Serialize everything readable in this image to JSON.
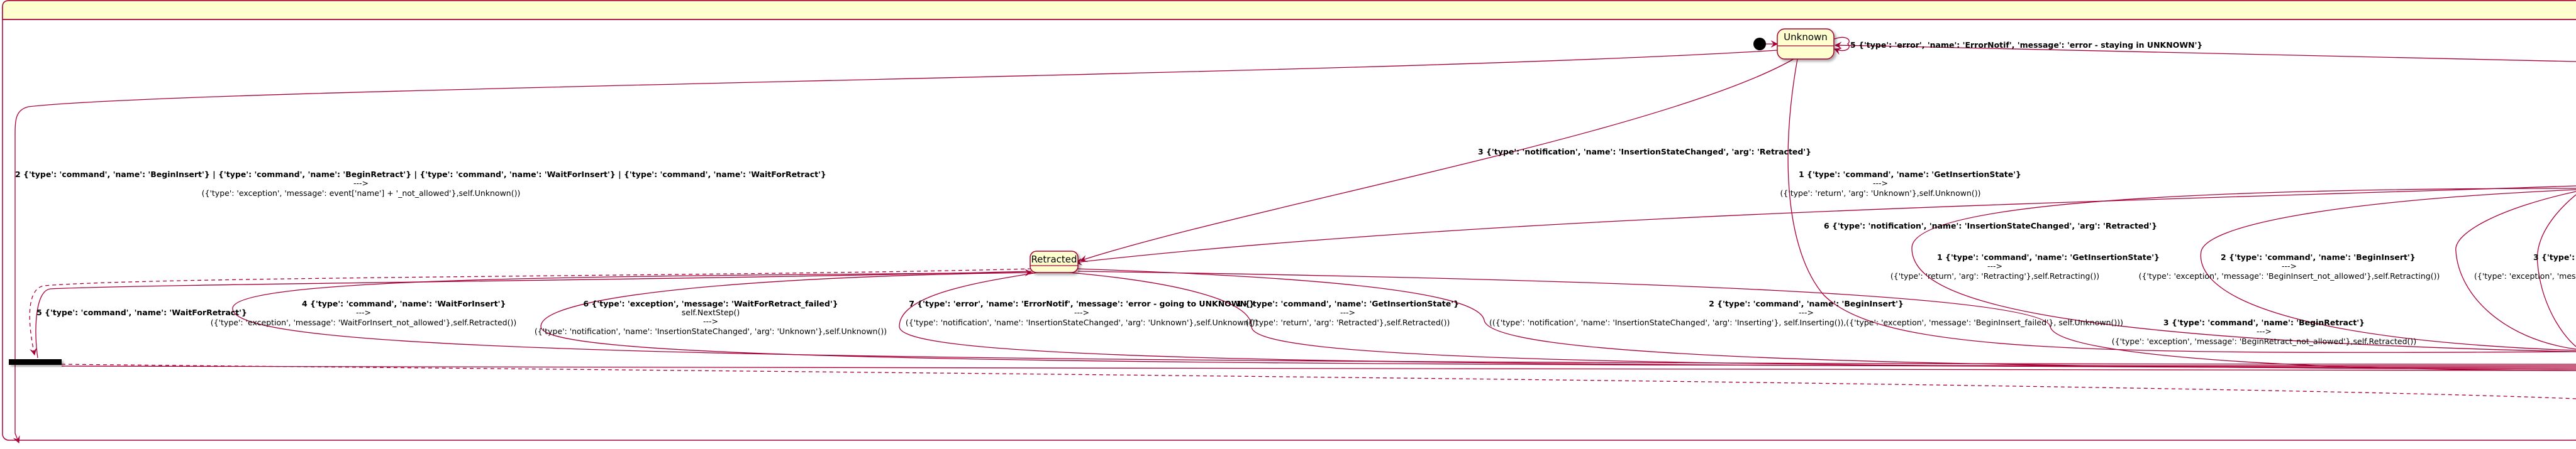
{
  "states": {
    "unknown": "Unknown",
    "retracted": "Retracted"
  },
  "transitions": {
    "self_unknown": "5 {'type': 'error', 'name': 'ErrorNotif', 'message': 'error - staying in UNKNOWN'}",
    "unknown_to_fork_2": {
      "trigger": "2 {'type': 'command', 'name': 'BeginInsert'} | {'type': 'command', 'name': 'BeginRetract'} | {'type': 'command', 'name': 'WaitForInsert'} | {'type': 'command', 'name': 'WaitForRetract'}",
      "arrow": "--->",
      "action": "({'type': 'exception', 'message': event['name'] + '_not_allowed'},self.Unknown())"
    },
    "unknown_to_retracted_3": "3 {'type': 'notification', 'name': 'InsertionStateChanged', 'arg': 'Retracted'}",
    "unknown_getstate_1": {
      "trigger": "1 {'type': 'command', 'name': 'GetInsertionState'}",
      "arrow": "--->",
      "action": "({'type': 'return', 'arg': 'Unknown'},self.Unknown())"
    },
    "to_retracted_6": "6 {'type': 'notification', 'name': 'InsertionStateChanged', 'arg': 'Retracted'}",
    "retracting_getstate_1": {
      "trigger": "1 {'type': 'command', 'name': 'GetInsertionState'}",
      "arrow": "--->",
      "action": "({'type': 'return', 'arg': 'Retracting'},self.Retracting())"
    },
    "retracting_begininsert_2": {
      "trigger": "2 {'type': 'command', 'name': 'BeginInsert'}",
      "arrow": "--->",
      "action": "({'type': 'exception', 'message': 'BeginInsert_not_allowed'},self.Retracting())"
    },
    "retracting_partial_3": {
      "trigger": "3 {'type': '",
      "action": "({'type': 'exception', 'messa"
    },
    "retracted_waitforretract_5": "5 {'type': 'command', 'name': 'WaitForRetract'}",
    "retracted_waitforinsert_4": {
      "trigger": "4 {'type': 'command', 'name': 'WaitForInsert'}",
      "arrow": "--->",
      "action": "({'type': 'exception', 'message': 'WaitForInsert_not_allowed'},self.Retracted())"
    },
    "retracted_waitforretract_failed_6": {
      "trigger": "6 {'type': 'exception', 'message': 'WaitForRetract_failed'}",
      "action2": "self.NextStep()",
      "arrow": "--->",
      "action": "({'type': 'notification', 'name': 'InsertionStateChanged', 'arg': 'Unknown'},self.Unknown())"
    },
    "retracted_error_7": {
      "trigger": "7 {'type': 'error', 'name': 'ErrorNotif', 'message': 'error - going to UNKNOWN'}",
      "arrow": "--->",
      "action": "({'type': 'notification', 'name': 'InsertionStateChanged', 'arg': 'Unknown'},self.Unknown())"
    },
    "retracted_getstate_1": {
      "trigger": "1 {'type': 'command', 'name': 'GetInsertionState'}",
      "arrow": "--->",
      "action": "({'type': 'return', 'arg': 'Retracted'},self.Retracted())"
    },
    "retracted_begininsert_2": {
      "trigger": "2 {'type': 'command', 'name': 'BeginInsert'}",
      "arrow": "--->",
      "action": "(({'type': 'notification', 'name': 'InsertionStateChanged', 'arg': 'Inserting'}, self.Inserting()),({'type': 'exception', 'message': 'BeginInsert_failed'}, self.Unknown()))"
    },
    "retracted_beginretract_3": {
      "trigger": "3 {'type': 'command', 'name': 'BeginRetract'}",
      "arrow": "--->",
      "action": "({'type': 'exception', 'message': 'BeginRetract_not_allowed'},self.Retracted())"
    }
  },
  "colors": {
    "edge": "#a80036",
    "state_fill": "#fefece",
    "frame_header": "#fefece",
    "frame_border": "#a80036",
    "fork": "#000000"
  }
}
